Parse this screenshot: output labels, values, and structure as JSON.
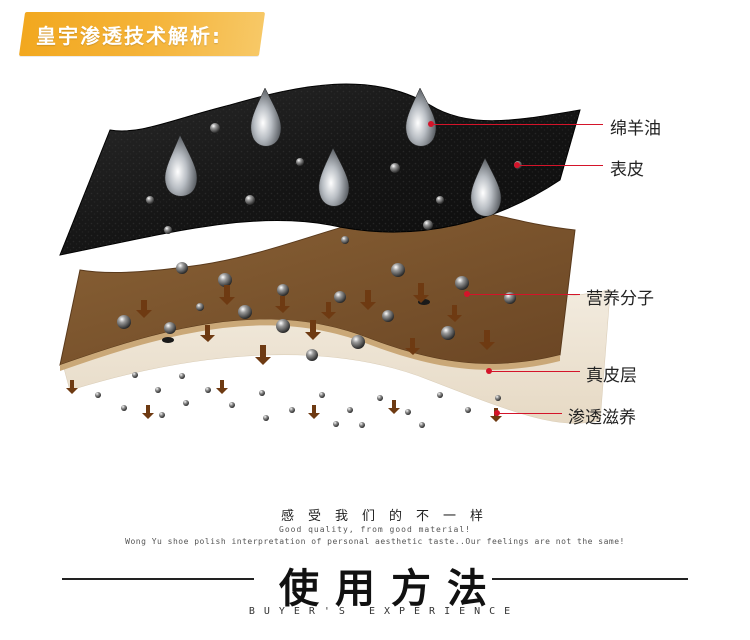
{
  "header": {
    "title": "皇宇渗透技术解析:"
  },
  "diagram": {
    "labels": {
      "wool_oil": "绵羊油",
      "outer_skin": "表皮",
      "nutrient": "营养分子",
      "dermis": "真皮层",
      "penetrate": "渗透滋养"
    },
    "colors": {
      "leader": "#d4142a",
      "top_layer": "#1a1a1a",
      "middle_layer": "#7a5530",
      "bottom_layer": "#ece2d2",
      "arrow": "#6e3a12",
      "banner": "#f2a81f"
    }
  },
  "slogan": {
    "cn": "感受我们的不一样",
    "en_line1": "Good quality, from good material!",
    "en_line2": "Wong Yu shoe polish interpretation of personal aesthetic taste..Our feelings are not the same!"
  },
  "usage": {
    "title": "使用方法",
    "subtitle": "BUYER'S EXPERIENCE"
  }
}
